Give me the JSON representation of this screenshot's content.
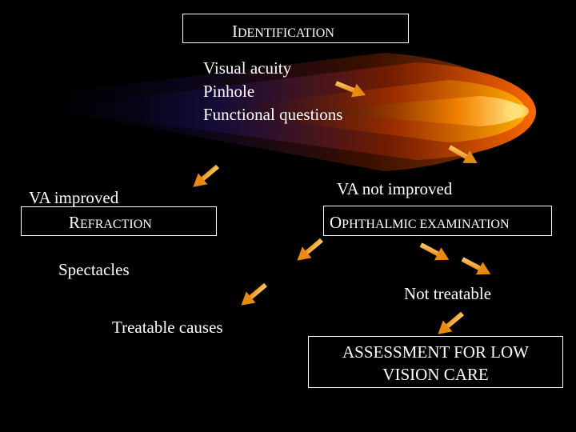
{
  "slide": {
    "background": "#000000",
    "text_color": "#ffffff",
    "arrow_color": "#f5a623",
    "glow_color": "#ff6a00",
    "identification": {
      "cap": "I",
      "rest": "DENTIFICATION"
    },
    "tests": [
      "Visual acuity",
      "Pinhole",
      "Functional questions"
    ],
    "va_improved": "VA improved",
    "refraction": {
      "cap": "R",
      "rest": "EFRACTION"
    },
    "va_not_improved": "VA not improved",
    "ophthalmic": {
      "cap": "O",
      "rest": "PHTHALMIC EXAMINATION"
    },
    "spectacles": "Spectacles",
    "not_treatable": "Not treatable",
    "treatable_causes": "Treatable causes",
    "assessment": [
      "ASSESSMENT FOR LOW",
      "VISION CARE"
    ]
  }
}
